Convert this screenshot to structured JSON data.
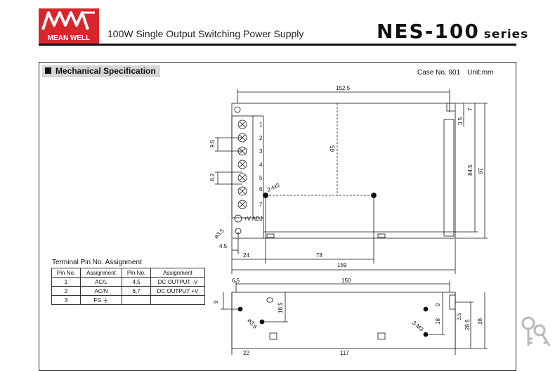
{
  "header": {
    "logo_text": "MEAN WELL",
    "subtitle": "100W Single Output Switching Power Supply",
    "model": "NES-100",
    "series": "series"
  },
  "section": {
    "title": "Mechanical Specification",
    "case_no": "Case No. 901",
    "unit": "Unit:mm"
  },
  "top_view": {
    "dim_width_top": "152.5",
    "dim_width_total": "159",
    "dim_mount_x": "78",
    "dim_left": "24",
    "dim_hole_offset": "4.5",
    "dim_hole_dia": "ø3.5",
    "dim_pitch1": "9.5",
    "dim_pitch2": "8.2",
    "dim_center": "65",
    "dim_height_inner": "84.5",
    "dim_height_total": "97",
    "dim_corner": "3.5",
    "dim_small": "7",
    "mount_label": "2-M3",
    "vadj_label": "+V ADJ.",
    "terminals": [
      "1",
      "2",
      "3",
      "4",
      "5",
      "6",
      "7"
    ]
  },
  "side_view": {
    "dim_width": "150",
    "dim_left": "6.5",
    "dim_top": "9",
    "dim_mid": "18.5",
    "dim_hole_dia": "ø3.5",
    "dim_right_top": "9",
    "dim_right_mid": "18",
    "dim_h1": "3.5",
    "dim_h2": "28.5",
    "dim_h3": "38",
    "mount_label": "3-M3",
    "dim_bottom_left": "22",
    "dim_bottom": "117"
  },
  "pin_table": {
    "title": "Terminal Pin No.  Assignment",
    "headers": [
      "Pin No.",
      "Assignment",
      "Pin No.",
      "Assignment"
    ],
    "rows": [
      [
        "1",
        "AC/L",
        "4,5",
        "DC OUTPUT -V"
      ],
      [
        "2",
        "AC/N",
        "6,7",
        "DC OUTPUT +V"
      ],
      [
        "3",
        "FG ⏚",
        "",
        ""
      ]
    ]
  },
  "colors": {
    "brand_red": "#d8262c",
    "section_bg": "#d6d6d6"
  }
}
